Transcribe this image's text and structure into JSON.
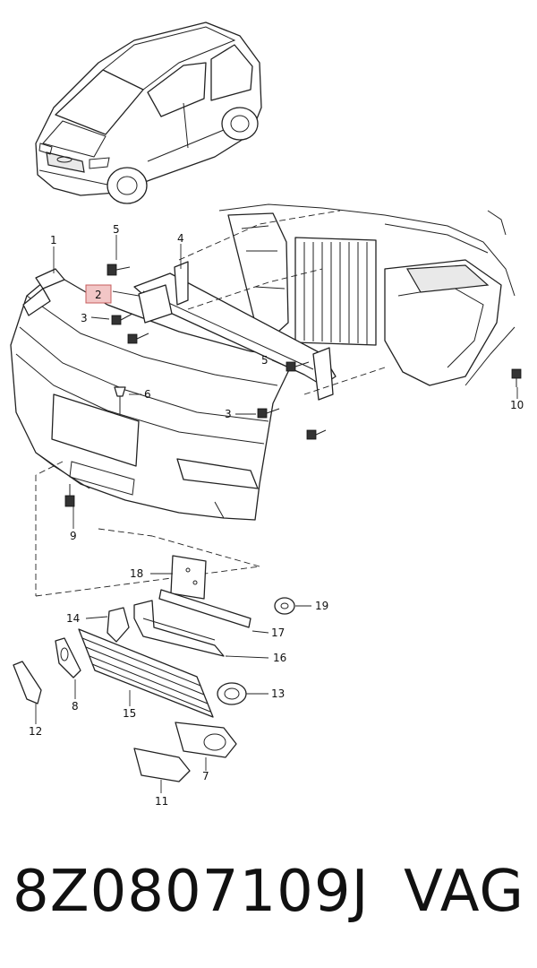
{
  "diagram": {
    "highlight_color": "#f2c6c6",
    "callouts": [
      {
        "key": "c1",
        "label": "1"
      },
      {
        "key": "c2",
        "label": "2",
        "highlighted": true
      },
      {
        "key": "c3a",
        "label": "3"
      },
      {
        "key": "c3b",
        "label": "3"
      },
      {
        "key": "c4",
        "label": "4"
      },
      {
        "key": "c5a",
        "label": "5"
      },
      {
        "key": "c5b",
        "label": "5"
      },
      {
        "key": "c6",
        "label": "6"
      },
      {
        "key": "c7",
        "label": "7"
      },
      {
        "key": "c8",
        "label": "8"
      },
      {
        "key": "c9",
        "label": "9"
      },
      {
        "key": "c10",
        "label": "10"
      },
      {
        "key": "c11",
        "label": "11"
      },
      {
        "key": "c12",
        "label": "12"
      },
      {
        "key": "c13",
        "label": "13"
      },
      {
        "key": "c14",
        "label": "14"
      },
      {
        "key": "c15",
        "label": "15"
      },
      {
        "key": "c16",
        "label": "16"
      },
      {
        "key": "c17",
        "label": "17"
      },
      {
        "key": "c18",
        "label": "18"
      },
      {
        "key": "c19",
        "label": "19"
      }
    ],
    "car_badge_icon": "car-overview-icon"
  },
  "caption": {
    "part_number": "8Z0807109J",
    "brand": "VAG"
  }
}
